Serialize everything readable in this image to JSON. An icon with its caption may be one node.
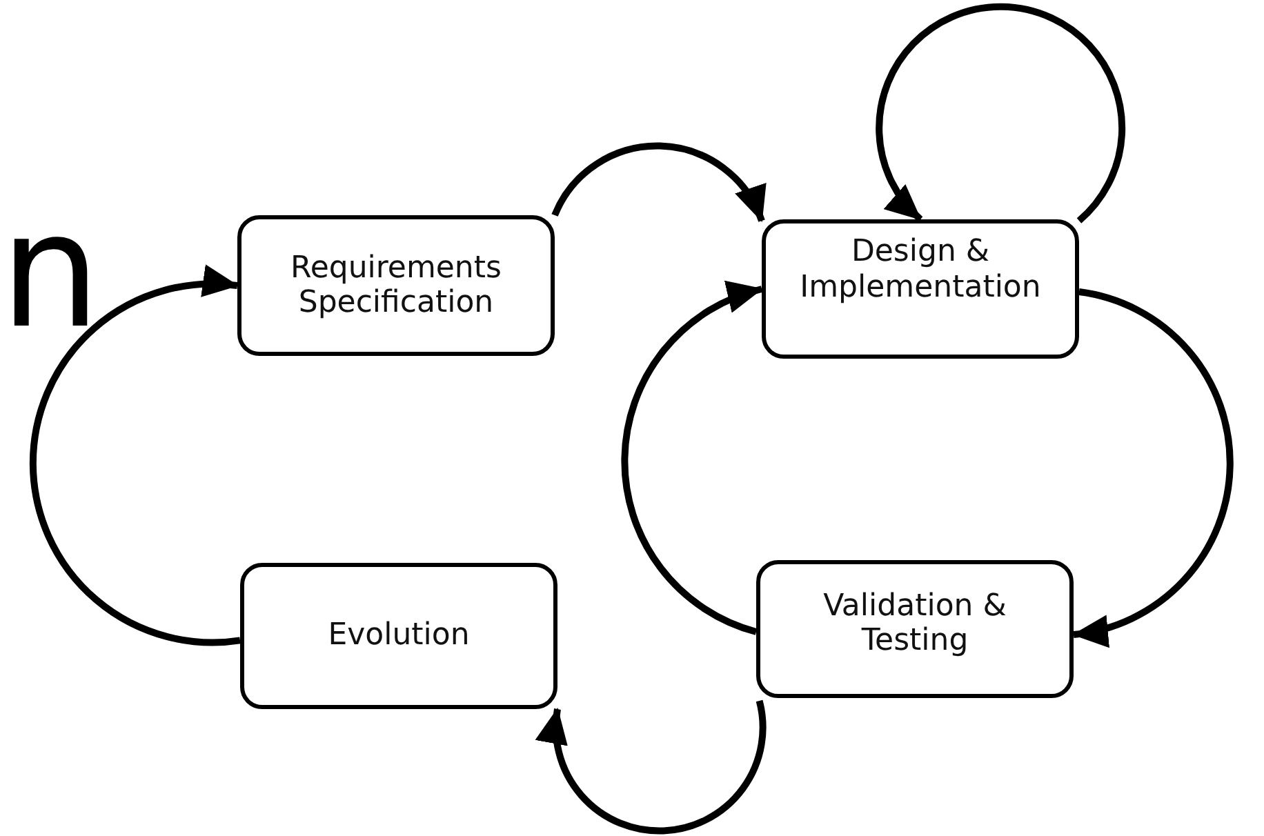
{
  "diagram": {
    "nodes": [
      {
        "text": [
          "Requirements Specification"
        ]
      },
      {
        "text": [
          "Design & Implementation"
        ]
      },
      {
        "text": [
          "Validation & Testing"
        ]
      },
      {
        "text": [
          "Evolution"
        ]
      }
    ],
    "edges": [
      {
        "from": 0,
        "to": 1,
        "arrow": "to"
      },
      {
        "from": 1,
        "to": 1,
        "arrow": "to"
      },
      {
        "from": 1,
        "to": 2,
        "arrow": "to"
      },
      {
        "from": 2,
        "to": 1,
        "arrow": "to"
      },
      {
        "from": 2,
        "to": 3,
        "arrow": "to"
      },
      {
        "from": 3,
        "to": 0,
        "arrow": "to"
      }
    ],
    "labels": [
      "n"
    ]
  }
}
